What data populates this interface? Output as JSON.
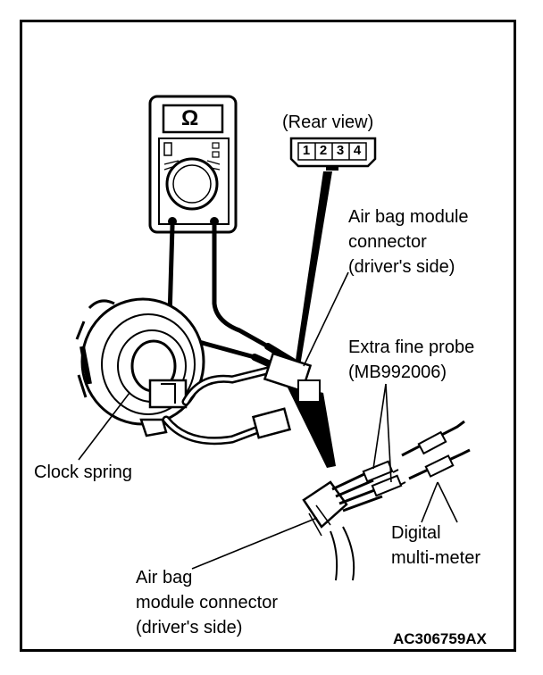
{
  "labels": {
    "rear_view": "(Rear view)",
    "pins": [
      "1",
      "2",
      "3",
      "4"
    ],
    "airbag_connector_top": [
      "Air bag module",
      "connector",
      "(driver's side)"
    ],
    "extra_fine_probe": [
      "Extra fine probe",
      "(MB992006)"
    ],
    "clock_spring": "Clock spring",
    "digital_multimeter": [
      "Digital",
      "multi-meter"
    ],
    "airbag_connector_bottom": [
      "Air bag",
      "module connector",
      "(driver's side)"
    ],
    "meter_symbol": "Ω"
  },
  "figure_code": "AC306759AX"
}
